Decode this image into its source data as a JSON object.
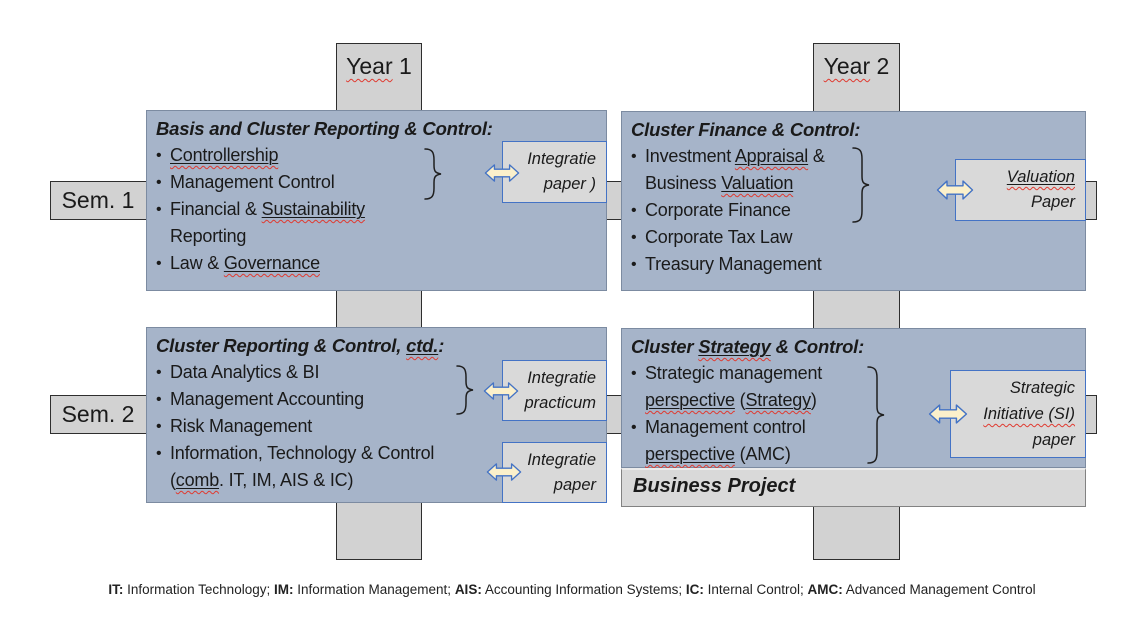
{
  "colors": {
    "cluster_fill": "#a6b4c9",
    "bar_fill": "#d2d2d2",
    "paper_fill": "#d9d9d9",
    "paper_border": "#4473c5",
    "arrow_fill": "#fbf0cb",
    "arrow_border": "#4473c5",
    "squiggle": "#e03a30"
  },
  "timeline": {
    "year1": [
      {
        "t": "Year",
        "sq": true
      },
      {
        "t": " 1"
      }
    ],
    "year2": [
      {
        "t": "Year",
        "sq": true
      },
      {
        "t": " 2"
      }
    ],
    "sem1": "Sem. 1",
    "sem2": "Sem. 2"
  },
  "clusters": {
    "top_left": {
      "title": [
        {
          "t": "Basis and Cluster Reporting & Control:"
        }
      ],
      "lines": [
        {
          "bullet": true,
          "s": [
            {
              "t": "Controllership",
              "u": true,
              "sq": true
            }
          ]
        },
        {
          "bullet": true,
          "s": [
            {
              "t": "Management Control"
            }
          ]
        },
        {
          "bullet": true,
          "s": [
            {
              "t": "Financial & "
            },
            {
              "t": "Sustainability",
              "u": true,
              "sq": true
            }
          ]
        },
        {
          "bullet": false,
          "s": [
            {
              "t": "Reporting"
            }
          ]
        },
        {
          "bullet": true,
          "s": [
            {
              "t": "Law & "
            },
            {
              "t": "Governance",
              "u": true,
              "sq": true
            }
          ]
        }
      ]
    },
    "top_right": {
      "title": [
        {
          "t": "Cluster Finance & Control:"
        }
      ],
      "lines": [
        {
          "bullet": true,
          "s": [
            {
              "t": "Investment "
            },
            {
              "t": "Appraisal",
              "u": true,
              "sq": true
            },
            {
              "t": " &"
            }
          ]
        },
        {
          "bullet": false,
          "s": [
            {
              "t": "Business "
            },
            {
              "t": "Valuation",
              "u": true,
              "sq": true
            }
          ]
        },
        {
          "bullet": true,
          "s": [
            {
              "t": "Corporate Finance"
            }
          ]
        },
        {
          "bullet": true,
          "s": [
            {
              "t": "Corporate Tax Law"
            }
          ]
        },
        {
          "bullet": true,
          "s": [
            {
              "t": "Treasury Management"
            }
          ]
        }
      ]
    },
    "bottom_left": {
      "title": [
        {
          "t": "Cluster Reporting & Control, "
        },
        {
          "t": "ctd.",
          "u": true,
          "sq": true
        },
        {
          "t": ":"
        }
      ],
      "lines": [
        {
          "bullet": true,
          "s": [
            {
              "t": "Data Analytics & BI"
            }
          ]
        },
        {
          "bullet": true,
          "s": [
            {
              "t": "Management Accounting"
            }
          ]
        },
        {
          "bullet": true,
          "s": [
            {
              "t": "Risk Management"
            }
          ]
        },
        {
          "bullet": true,
          "s": [
            {
              "t": "Information, Technology & Control"
            }
          ]
        },
        {
          "bullet": false,
          "s": [
            {
              "t": "("
            },
            {
              "t": "comb",
              "u": true,
              "sq": true
            },
            {
              "t": ". IT, IM, AIS & IC)"
            }
          ]
        }
      ]
    },
    "bottom_right": {
      "title": [
        {
          "t": "Cluster "
        },
        {
          "t": "Strategy",
          "u": true,
          "sq": true
        },
        {
          "t": " & Control:"
        }
      ],
      "lines": [
        {
          "bullet": true,
          "s": [
            {
              "t": "Strategic management"
            }
          ]
        },
        {
          "bullet": false,
          "s": [
            {
              "t": "perspective",
              "u": true,
              "sq": true
            },
            {
              "t": " ("
            },
            {
              "t": "Strategy",
              "u": true,
              "sq": true
            },
            {
              "t": ")"
            }
          ]
        },
        {
          "bullet": true,
          "s": [
            {
              "t": "Management control"
            }
          ]
        },
        {
          "bullet": false,
          "s": [
            {
              "t": "perspective",
              "u": true,
              "sq": true
            },
            {
              "t": " (AMC)"
            }
          ]
        }
      ]
    }
  },
  "papers": {
    "integratie_paper_1": {
      "lines": [
        {
          "s": [
            {
              "t": "Integratie"
            }
          ]
        },
        {
          "s": [
            {
              "t": "paper )"
            }
          ]
        }
      ]
    },
    "valuation_paper": {
      "lines": [
        {
          "s": [
            {
              "t": "Valuation",
              "u": true,
              "sq": true
            }
          ]
        },
        {
          "s": [
            {
              "t": "Paper"
            }
          ]
        }
      ]
    },
    "integratie_practicum": {
      "lines": [
        {
          "s": [
            {
              "t": "Integratie"
            }
          ]
        },
        {
          "s": [
            {
              "t": "practicum"
            }
          ]
        }
      ]
    },
    "integratie_paper_2": {
      "lines": [
        {
          "s": [
            {
              "t": "Integratie"
            }
          ]
        },
        {
          "s": [
            {
              "t": "paper"
            }
          ]
        }
      ]
    },
    "strategic_initiative": {
      "lines": [
        {
          "s": [
            {
              "t": "Strategic"
            }
          ]
        },
        {
          "s": [
            {
              "t": "Initiative (SI)",
              "sq": true
            }
          ]
        },
        {
          "s": [
            {
              "t": "paper"
            }
          ]
        }
      ]
    }
  },
  "business_project": "Business Project",
  "footnote": [
    {
      "t": "IT:",
      "b": true
    },
    {
      "t": " Information Technology; "
    },
    {
      "t": "IM:",
      "b": true
    },
    {
      "t": " Information Management; "
    },
    {
      "t": "AIS:",
      "b": true
    },
    {
      "t": " Accounting Information Systems; "
    },
    {
      "t": "IC:",
      "b": true
    },
    {
      "t": " Internal Control; "
    },
    {
      "t": "AMC:",
      "b": true
    },
    {
      "t": " Advanced Management Control"
    }
  ]
}
